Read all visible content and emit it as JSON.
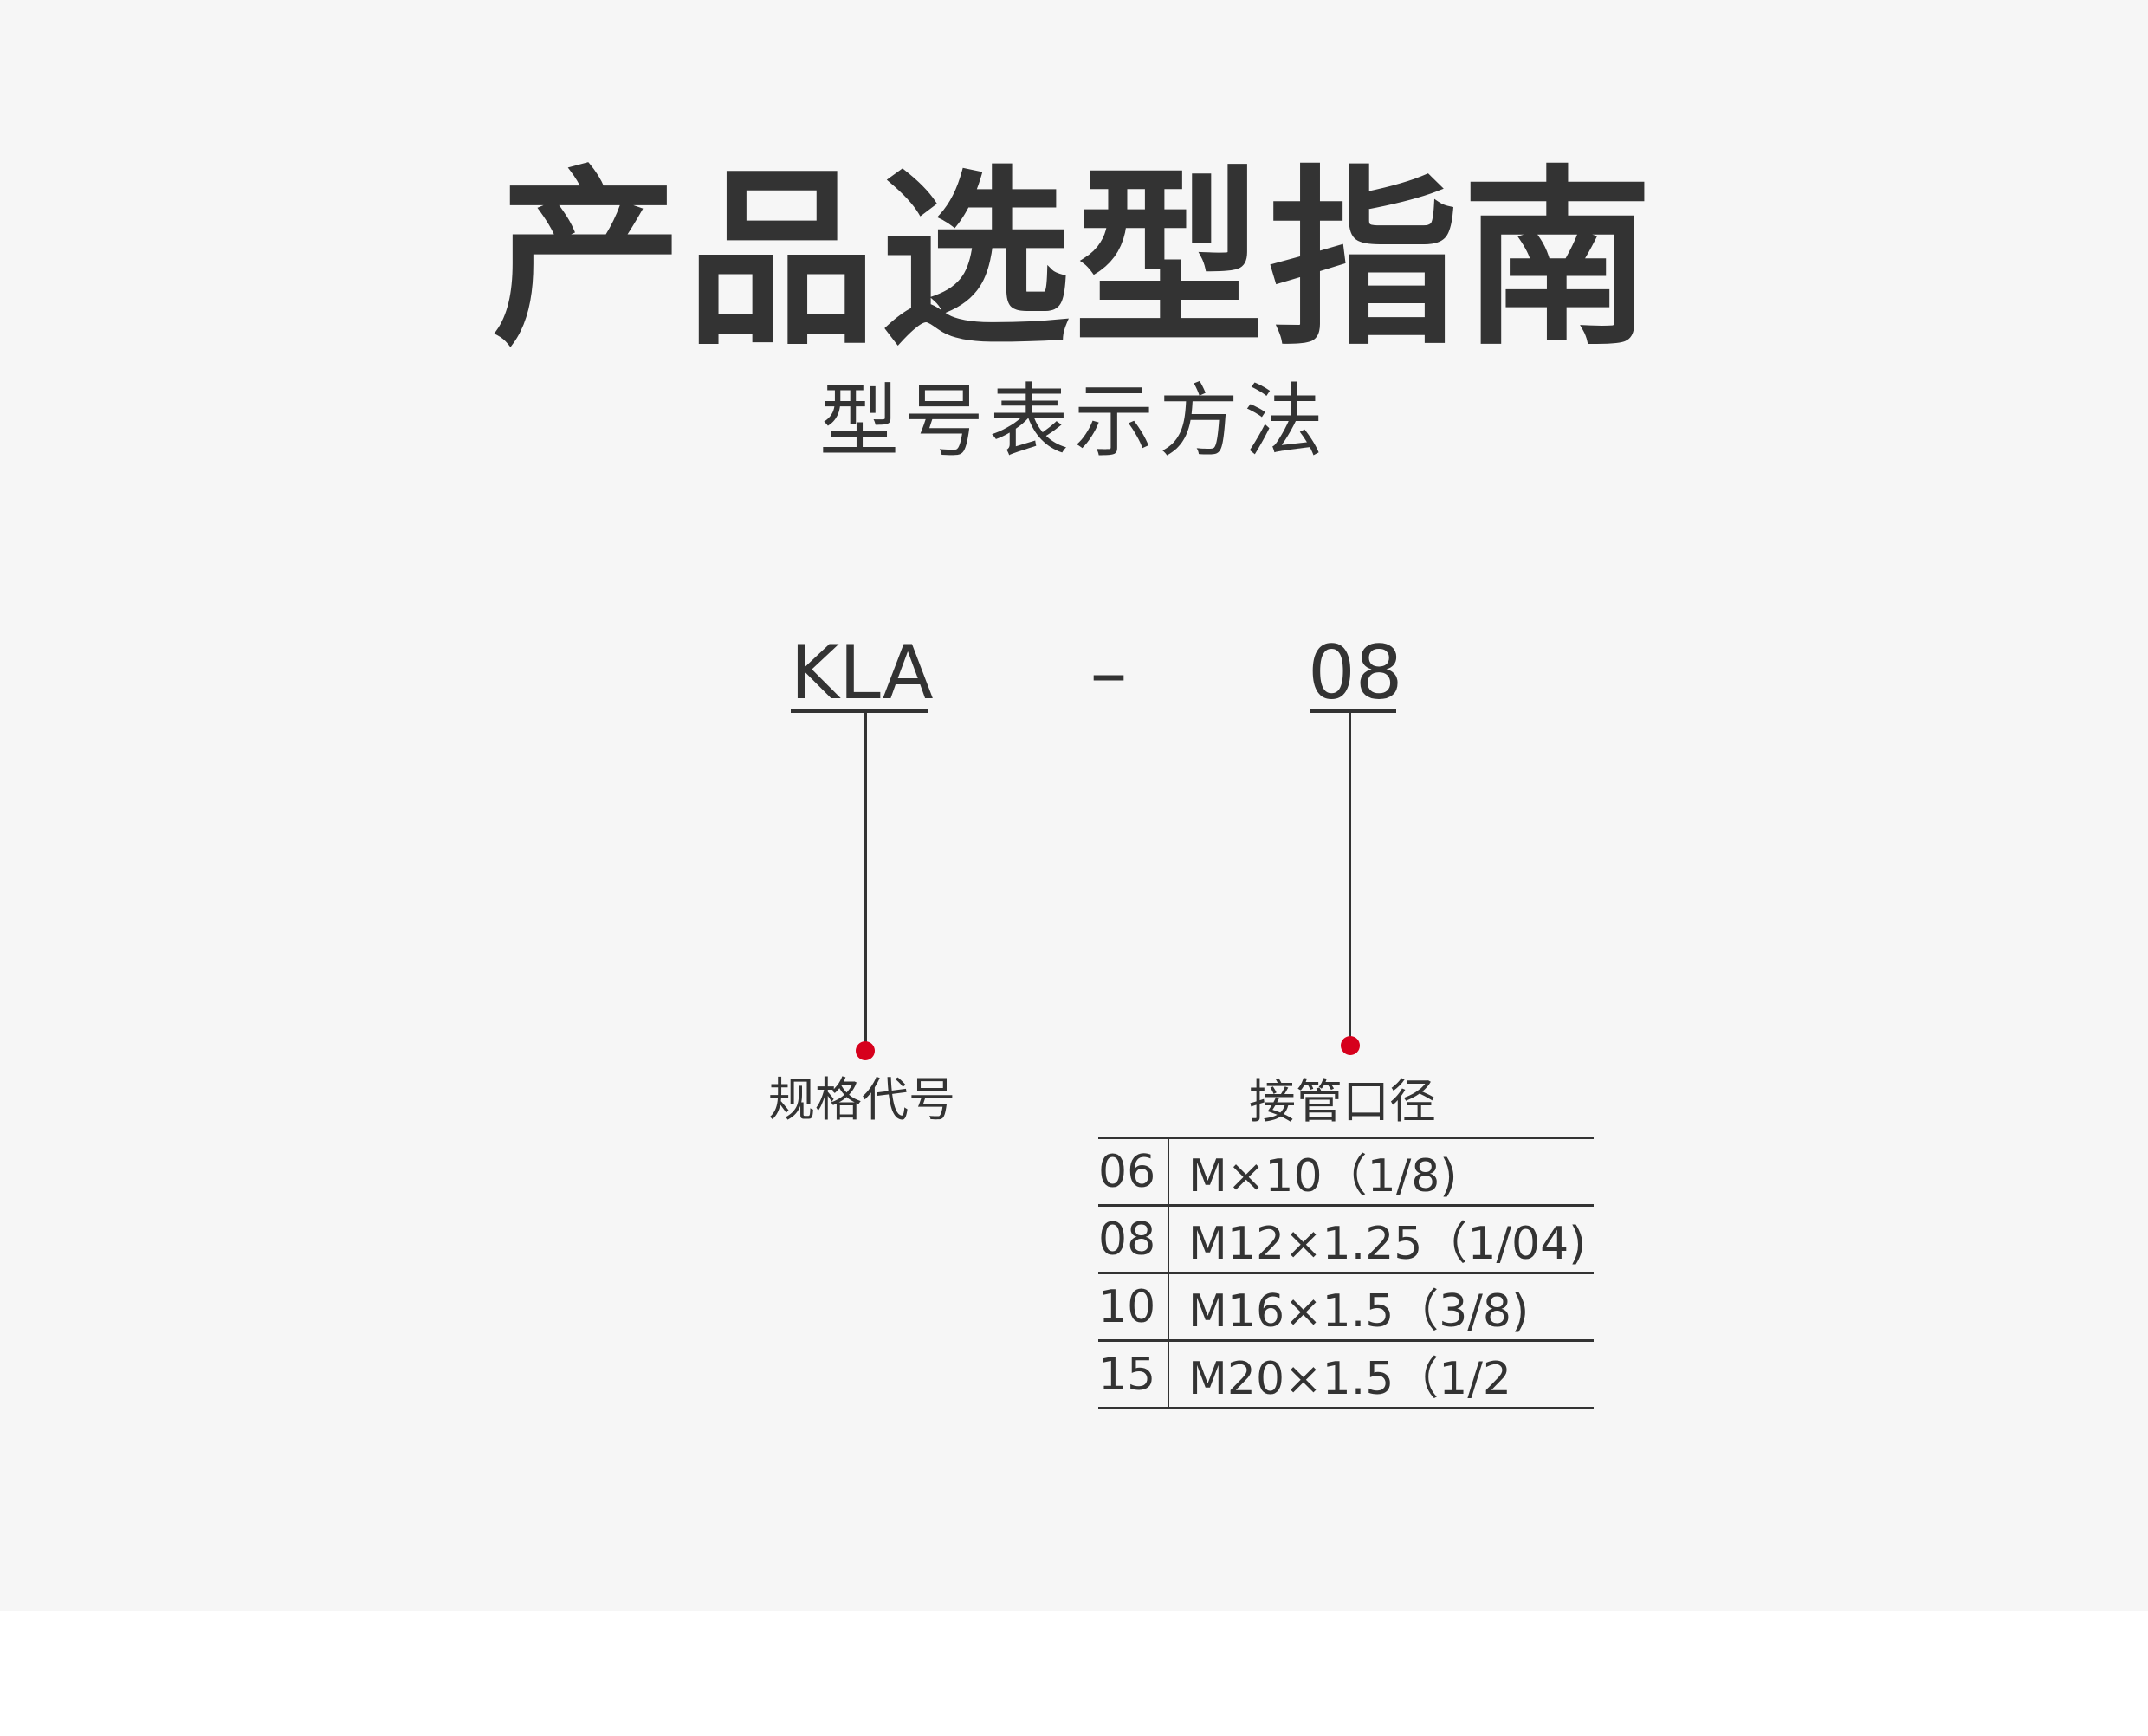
{
  "title": "产品选型指南",
  "subtitle": "型号表示方法",
  "model_code": {
    "prefix": "KLA",
    "separator": "–",
    "size": "08"
  },
  "labels": {
    "spec_code": "规格代号",
    "port_diameter": "接管口径"
  },
  "port_table": {
    "rows": [
      {
        "code": "06",
        "thread": "M×10（1/8)"
      },
      {
        "code": "08",
        "thread": "M12×1.25（1/04)"
      },
      {
        "code": "10",
        "thread": "M16×1.5（3/8)"
      },
      {
        "code": "15",
        "thread": "M20×1.5（1/2"
      }
    ]
  },
  "colors": {
    "background": "#f6f6f6",
    "text": "#333333",
    "accent_dot": "#d6001c"
  }
}
